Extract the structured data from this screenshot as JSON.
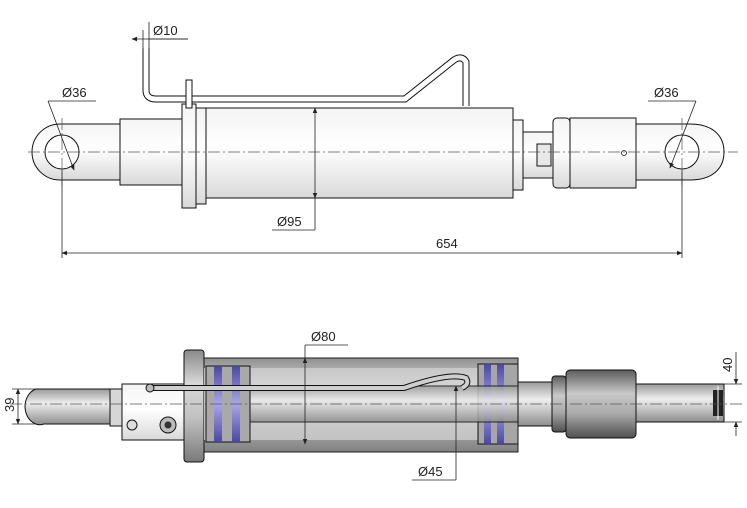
{
  "top_view": {
    "dim_pipe_diameter": "Ø10",
    "dim_eye_left": "Ø36",
    "dim_eye_right": "Ø36",
    "dim_tube_outer": "Ø95",
    "dim_overall_length": "654"
  },
  "bottom_view": {
    "dim_bore": "Ø80",
    "dim_rod": "Ø45",
    "dim_lug_height": "39",
    "dim_rod_end_height": "40"
  },
  "colors": {
    "steel_light": "#e6e6e6",
    "steel_mid": "#b9b9b9",
    "steel_dark": "#6f6f6f",
    "seal_blue": "#7d78c6",
    "line": "#111111"
  }
}
